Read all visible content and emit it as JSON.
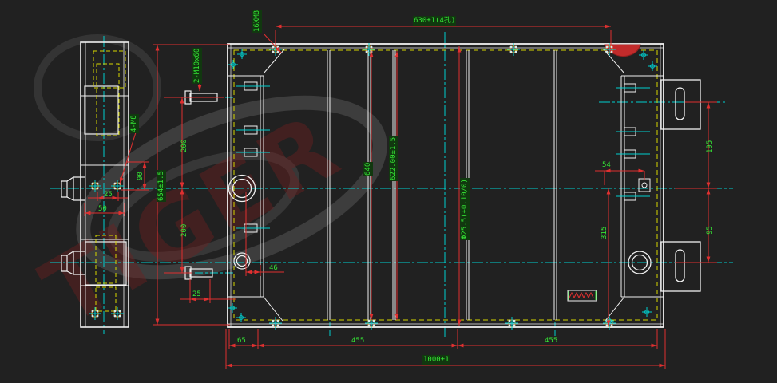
{
  "watermark": {
    "text": "TIGER"
  },
  "labels": {
    "frame_holes": "16XM8",
    "frame_hole_span": "630±1(4孔)",
    "stud_spec": "2-M10x60",
    "overall_height": "654±1.5",
    "pitch_upper": "200",
    "pitch_lower": "200",
    "core_height": "640",
    "core_width_tol": "622.00±1.5",
    "port_dia": "Φ25.5(+0.10/0)",
    "stud_protrusion": "25",
    "tank_offset": "46",
    "bottom_offset": "65",
    "hole_span_left": "455",
    "hole_span_right": "455",
    "overall_width": "1000±1",
    "bracket_offset": "54",
    "bracket_upper_span": "195",
    "bracket_lower_span": "95",
    "bracket_total_span": "315",
    "side_bolts": "4-M8",
    "side_height": "90",
    "side_pitch_inner": "25",
    "side_pitch_outer": "50"
  },
  "colors": {
    "background": "#212121",
    "object_lines": "#f0f0f0",
    "hidden_lines": "#d6d600",
    "center_lines": "#00d0d0",
    "dimension_lines": "#e03030",
    "dimension_text": "#35e635",
    "selection_highlight": "#11380f",
    "hole_marker": "#d4921e",
    "weld_mark": "#c22b2b",
    "watermark_gray": "#909090",
    "watermark_red": "#702020"
  }
}
